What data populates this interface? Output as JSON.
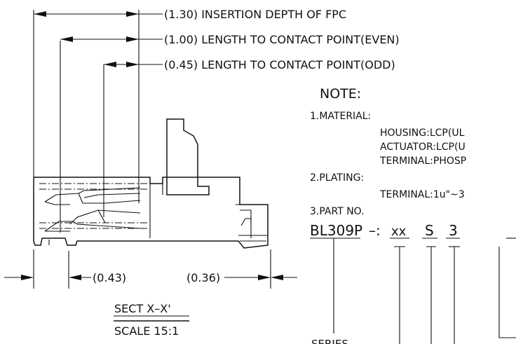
{
  "dimensions": {
    "insertion_depth": "(1.30) INSERTION DEPTH OF FPC",
    "contact_even": "(1.00) LENGTH TO CONTACT POINT(EVEN)",
    "contact_odd": "(0.45) LENGTH TO CONTACT POINT(ODD)",
    "bottom_left": "(0.43)",
    "bottom_right": "(0.36)"
  },
  "section": {
    "title": "SECT X–X'",
    "scale": "SCALE 15:1"
  },
  "notes": {
    "heading": "NOTE:",
    "material_label": "1.MATERIAL:",
    "housing": "HOUSING:LCP(UL",
    "actuator": "ACTUATOR:LCP(U",
    "terminal_material": "TERMINAL:PHOSP",
    "plating_label": "2.PLATING:",
    "terminal_plating": "TERMINAL:1u\"~3",
    "part_no_label": "3.PART  NO."
  },
  "part_number": {
    "series_code": "BL309P",
    "separator": "–:",
    "pins": "xx",
    "type": "S",
    "code": "3",
    "series_label": "SERIES"
  }
}
